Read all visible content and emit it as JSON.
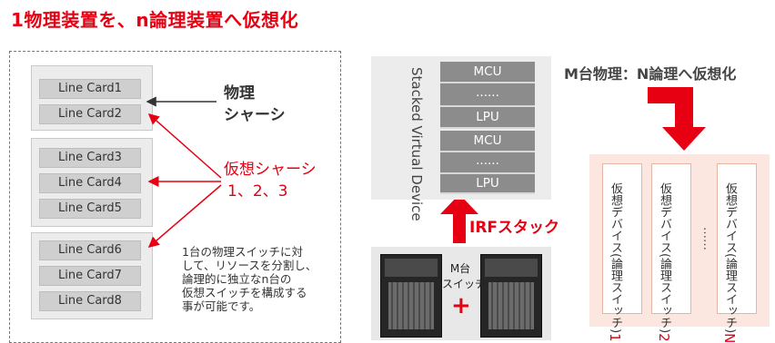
{
  "title": "1物理装置を、n論理装置へ仮想化",
  "left": {
    "groups": [
      [
        "Line Card1",
        "Line Card2"
      ],
      [
        "Line Card3",
        "Line Card4",
        "Line Card5"
      ],
      [
        "Line Card6",
        "Line Card7",
        "Line Card8"
      ]
    ],
    "physical_label_line1": "物理",
    "physical_label_line2": "シャーシ",
    "virtual_label_line1": "仮想シャーシ",
    "virtual_label_line2": "1、2、3",
    "description": [
      "1台の物理スイッチに対",
      "して、リソースを分割し、",
      "論理的に独立なn台の",
      "仮想スイッチを構成する",
      "事が可能です。"
    ]
  },
  "stack": {
    "side_label": "Stacked Virtual Device",
    "cells": [
      "MCU",
      "......",
      "LPU",
      "MCU",
      "......",
      "LPU"
    ],
    "irf_label": "IRFスタック",
    "switch_label_line1": "M台",
    "switch_label_line2": "スイッチ",
    "plus": "+"
  },
  "virtualization": {
    "title": "M台物理：N論理へ仮想化",
    "devices": [
      {
        "text": "仮想デバイス(論理スイッチ)",
        "num": "1"
      },
      {
        "text": "仮想デバイス(論理スイッチ)",
        "num": "2"
      },
      {
        "text": "仮想デバイス(論理スイッチ)",
        "num": "N"
      }
    ],
    "dots": "……"
  },
  "colors": {
    "accent": "#e60012",
    "card": "#cfcfcf",
    "stack": "#8c8c8c",
    "pink": "#fbe7df"
  }
}
